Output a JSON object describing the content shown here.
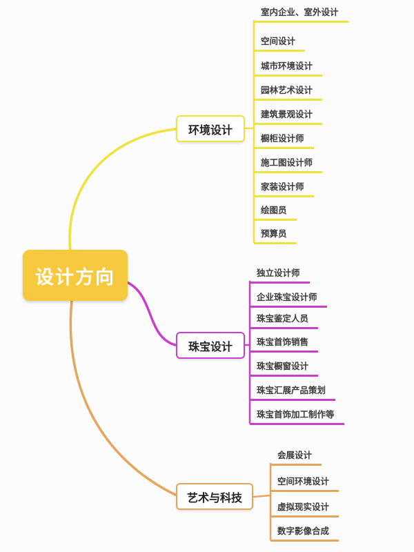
{
  "colors": {
    "root": "#f7c93e",
    "branch1": "#efe23b",
    "branch2": "#c83fc8",
    "branch3": "#e5a55d"
  },
  "root": {
    "label": "设计方向"
  },
  "branches": [
    {
      "label": "环境设计",
      "color": "#efe23b",
      "children": [
        "室内企业、室外设计",
        "空间设计",
        "城市环境设计",
        "园林艺术设计",
        "建筑景观设计",
        "橱柜设计师",
        "施工图设计师",
        "家装设计师",
        "绘图员",
        "预算员"
      ]
    },
    {
      "label": "珠宝设计",
      "color": "#c83fc8",
      "children": [
        "独立设计师",
        "企业珠宝设计师",
        "珠宝鉴定人员",
        "珠宝首饰销售",
        "珠宝橱窗设计",
        "珠宝汇展产品策划",
        "珠宝首饰加工制作等"
      ]
    },
    {
      "label": "艺术与科技",
      "color": "#e5a55d",
      "children": [
        "会展设计",
        "空间环境设计",
        "虚拟现实设计",
        "数字影像合成"
      ]
    }
  ]
}
